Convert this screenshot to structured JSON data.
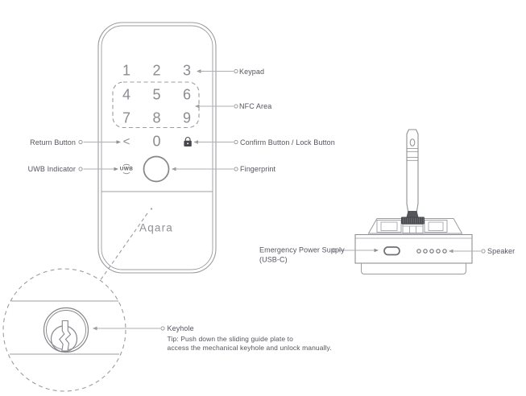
{
  "front_view": {
    "keypad": {
      "rows": [
        [
          "1",
          "2",
          "3"
        ],
        [
          "4",
          "5",
          "6"
        ],
        [
          "7",
          "8",
          "9"
        ]
      ],
      "zero": "0",
      "return_glyph": "<"
    },
    "uwb_text": "UWB",
    "logo": "Aqara"
  },
  "bottom_view": {
    "speaker_hole_count": 5,
    "port_type": "usb-c"
  },
  "callouts": {
    "keypad": "Keypad",
    "nfc_area": "NFC Area",
    "return_button": "Return Button",
    "confirm_button": "Confirm Button / Lock Button",
    "uwb_indicator": "UWB Indicator",
    "fingerprint": "Fingerprint",
    "emergency_power_line1": "Emergency Power Supply",
    "emergency_power_line2": "(USB-C)",
    "speaker": "Speaker",
    "keyhole": "Keyhole",
    "keyhole_tip_line1": "Tip: Push down the sliding guide plate to",
    "keyhole_tip_line2": "access the mechanical keyhole and unlock manually."
  },
  "icons": {
    "confirm_lock": "padlock-icon",
    "uwb_waves": "radio-waves-icon",
    "keyhole_graphic": "keyhole-icon",
    "usb_port": "usb-c-port-icon",
    "speaker_holes": "speaker-holes-icon"
  },
  "colors": {
    "line": "#9b9ca0",
    "leader": "#aeafb3",
    "text": "#54555d",
    "digits": "#8b8c90",
    "dark_accent": "#47484c"
  }
}
